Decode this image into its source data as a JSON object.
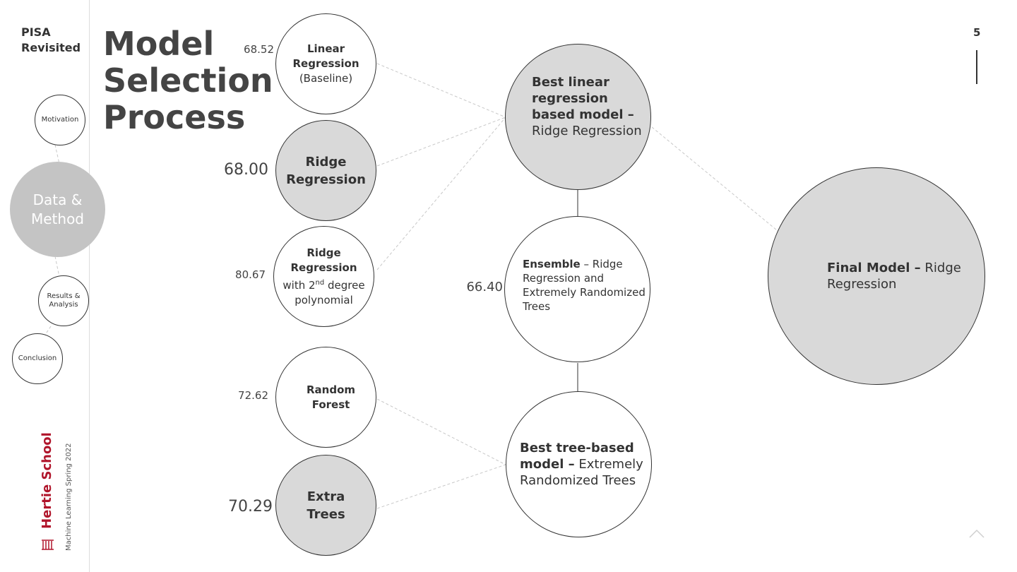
{
  "sidebar": {
    "brand_line1": "PISA",
    "brand_line2": "Revisited",
    "nav": [
      {
        "label": "Motivation"
      },
      {
        "label_line1": "Data &",
        "label_line2": "Method"
      },
      {
        "label_line1": "Results &",
        "label_line2": "Analysis"
      },
      {
        "label": "Conclusion"
      }
    ],
    "school": "Hertie School",
    "course": "Machine Learning Spring 2022"
  },
  "title": {
    "line1": "Model",
    "line2": "Selection",
    "line3": "Process"
  },
  "page_number": "5",
  "nodes": {
    "linear": {
      "line1": "Linear",
      "line2": "Regression",
      "line3": "(Baseline)",
      "score": "68.52"
    },
    "ridge": {
      "line1": "Ridge",
      "line2": "Regression",
      "score": "68.00"
    },
    "ridge_poly": {
      "line1": "Ridge",
      "line2": "Regression",
      "line3_pre": "with 2",
      "line3_sup": "nd",
      "line3_post": " degree",
      "line4": "polynomial",
      "score": "80.67"
    },
    "random_forest": {
      "line1": "Random",
      "line2": "Forest",
      "score": "72.62"
    },
    "extra_trees": {
      "line1": "Extra",
      "line2": "Trees",
      "score": "70.29"
    },
    "best_linear": {
      "bold": "Best linear regression based model –",
      "rest": "Ridge Regression"
    },
    "ensemble": {
      "bold": "Ensemble",
      "rest": "– Ridge Regression and Extremely Randomized Trees",
      "score": "66.40"
    },
    "best_tree": {
      "bold": "Best tree-based model –",
      "rest": "Extremely Randomized Trees"
    },
    "final": {
      "bold": "Final Model –",
      "rest": "Ridge Regression"
    }
  },
  "colors": {
    "highlight_fill": "#d9d9d9",
    "active_nav": "#c4c4c4",
    "brand_red": "#b0152b"
  }
}
